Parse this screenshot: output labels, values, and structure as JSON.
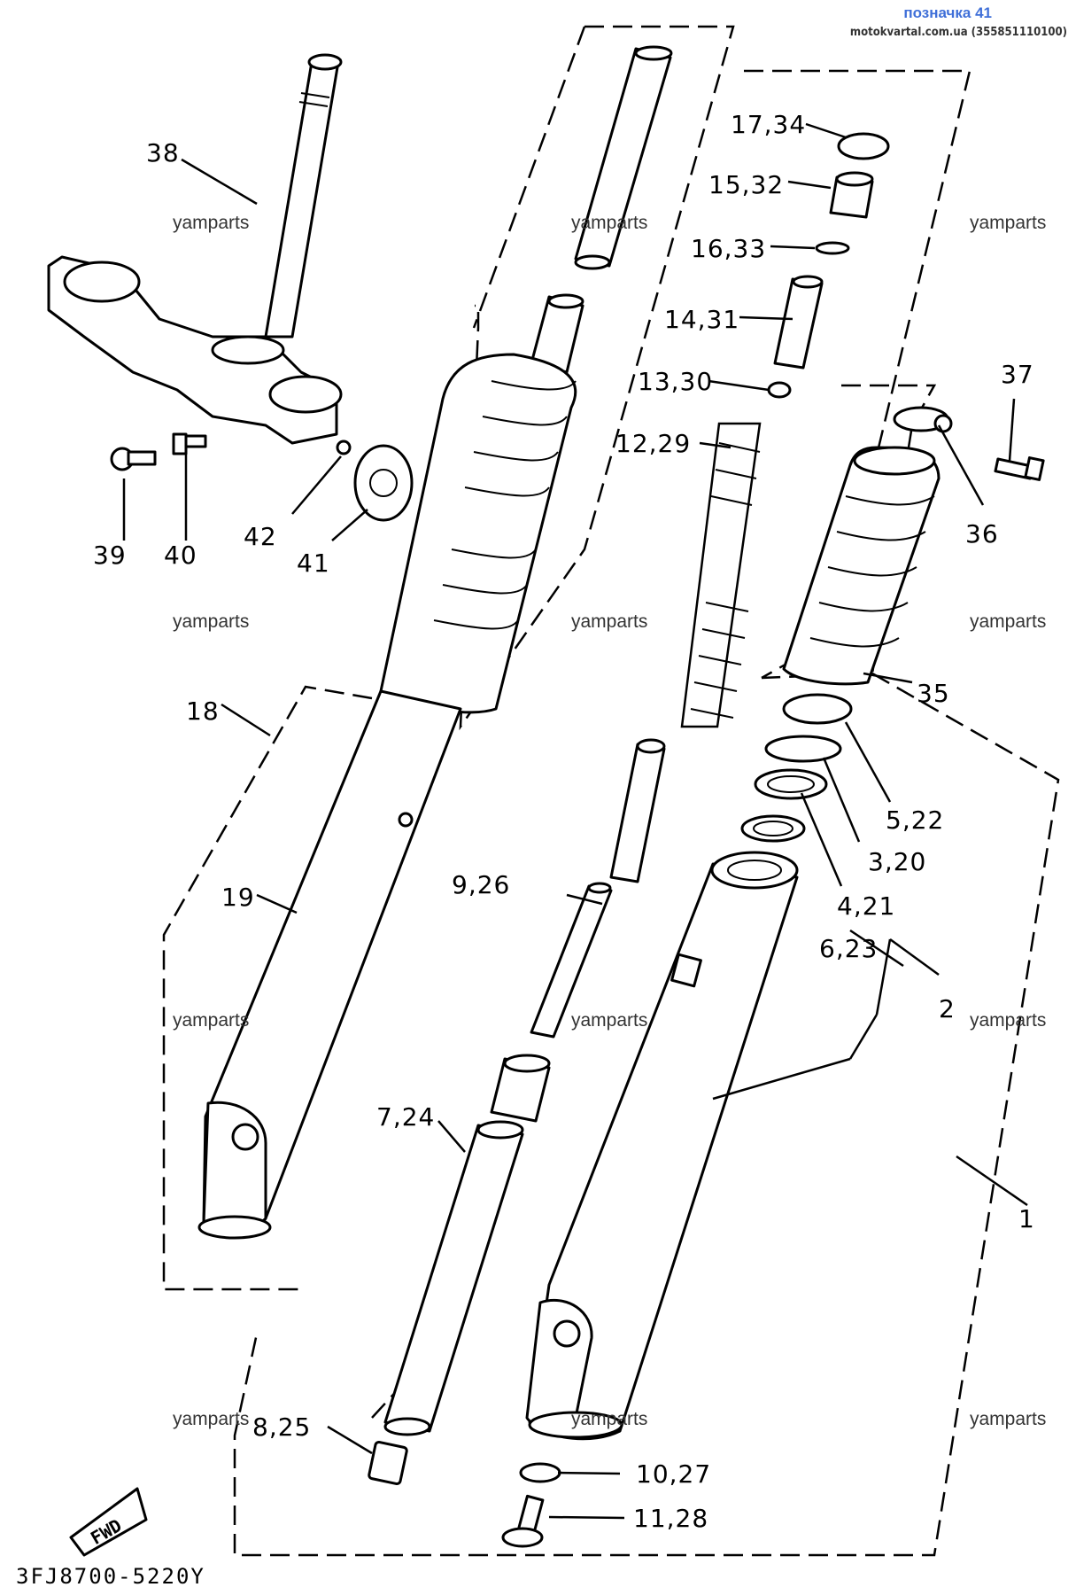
{
  "header": {
    "title": "позначка 41",
    "source": "motokvartal.com.ua (355851110100)"
  },
  "watermark": "yamparts",
  "diagram_code": "3FJ8700-5220Y",
  "fwd_mark": "FWD",
  "callouts": {
    "c1": "1",
    "c2": "2",
    "c3_20": "3,20",
    "c4_21": "4,21",
    "c5_22": "5,22",
    "c6_23": "6,23",
    "c7_24": "7,24",
    "c8_25": "8,25",
    "c9_26": "9,26",
    "c10_27": "10,27",
    "c11_28": "11,28",
    "c12_29": "12,29",
    "c13_30": "13,30",
    "c14_31": "14,31",
    "c15_32": "15,32",
    "c16_33": "16,33",
    "c17_34": "17,34",
    "c18": "18",
    "c19": "19",
    "c35": "35",
    "c36": "36",
    "c37": "37",
    "c38": "38",
    "c39": "39",
    "c40": "40",
    "c41": "41",
    "c42": "42"
  }
}
